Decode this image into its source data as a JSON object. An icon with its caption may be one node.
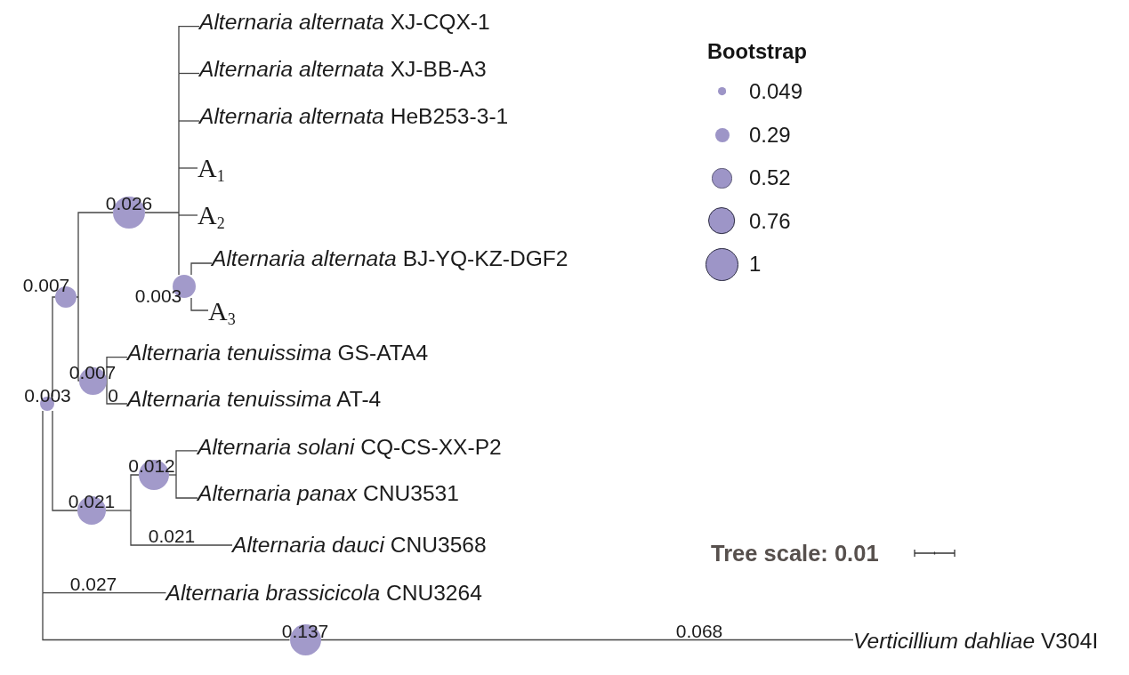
{
  "diagram": {
    "nodes": [
      {
        "text": [
          "*Alternaria alternata* XJ-CQX-1"
        ]
      },
      {
        "text": [
          "*Alternaria alternata* XJ-BB-A3"
        ]
      },
      {
        "text": [
          "*Alternaria alternata* HeB253-3-1"
        ]
      },
      {
        "text": [
          "A$_{1}$"
        ]
      },
      {
        "text": [],
        "shape": "circle"
      },
      {
        "text": [
          "A$_{2}$"
        ]
      },
      {
        "text": [
          "*Alternaria alternata* BJ-YQ-KZ-DGF2"
        ]
      },
      {
        "text": [],
        "shape": "circle"
      },
      {
        "text": [],
        "shape": "circle"
      },
      {
        "text": [
          "A$_{3}$"
        ]
      },
      {
        "text": [
          "*Alternaria tenuissima* GS-ATA4"
        ]
      },
      {
        "text": [],
        "shape": "circle"
      },
      {
        "text": [],
        "shape": "circle"
      },
      {
        "text": [
          "*Alternaria tenuissima* AT-4"
        ]
      },
      {
        "text": [
          "*Alternaria solani* CQ-CS-XX-P2"
        ]
      },
      {
        "text": [],
        "shape": "circle"
      },
      {
        "text": [
          "*Alternaria panax* CNU3531"
        ]
      },
      {
        "text": [],
        "shape": "circle"
      },
      {
        "text": [
          "*Alternaria dauci* CNU3568"
        ]
      },
      {
        "text": [
          "*Alternaria brassicicola* CNU3264"
        ]
      },
      {
        "text": [],
        "shape": "circle"
      },
      {
        "text": [
          "*Verticillium dahliae* V304I"
        ]
      }
    ],
    "edges": [
      {
        "from": 12,
        "to": 8,
        "arrow": "none"
      },
      {
        "from": 12,
        "to": 17,
        "arrow": "none"
      },
      {
        "from": 12,
        "to": 19,
        "arrow": "none"
      },
      {
        "from": 12,
        "to": 20,
        "arrow": "none"
      },
      {
        "from": 8,
        "to": 4,
        "arrow": "none"
      },
      {
        "from": 8,
        "to": 11,
        "arrow": "none"
      },
      {
        "from": 4,
        "to": 0,
        "arrow": "none"
      },
      {
        "from": 4,
        "to": 1,
        "arrow": "none"
      },
      {
        "from": 4,
        "to": 2,
        "arrow": "none"
      },
      {
        "from": 4,
        "to": 3,
        "arrow": "none"
      },
      {
        "from": 4,
        "to": 5,
        "arrow": "none"
      },
      {
        "from": 4,
        "to": 7,
        "arrow": "none"
      },
      {
        "from": 7,
        "to": 6,
        "arrow": "none"
      },
      {
        "from": 7,
        "to": 9,
        "arrow": "none"
      },
      {
        "from": 11,
        "to": 10,
        "arrow": "none"
      },
      {
        "from": 11,
        "to": 13,
        "arrow": "none"
      },
      {
        "from": 17,
        "to": 15,
        "arrow": "none"
      },
      {
        "from": 17,
        "to": 18,
        "arrow": "none"
      },
      {
        "from": 15,
        "to": 14,
        "arrow": "none"
      },
      {
        "from": 15,
        "to": 16,
        "arrow": "none"
      },
      {
        "from": 20,
        "to": 21,
        "arrow": "none"
      }
    ],
    "labels": [
      "Bootstrap",
      "0.026",
      "0.007",
      "0.003",
      "0.007",
      "0.003",
      "0",
      "0.012",
      "0.021",
      "0.021",
      "Tree scale: 0.01",
      "0.027",
      "0.137",
      "0.068"
    ],
    "legend": [
      {
        "text": "0.049",
        "color": "#9d95c7"
      },
      {
        "text": "0.29",
        "color": "#9d95c7"
      },
      {
        "text": "0.52",
        "color": "#9d95c7"
      },
      {
        "text": "0.76",
        "color": "#9d95c7"
      },
      {
        "text": "1",
        "color": "#9d95c7"
      }
    ]
  }
}
